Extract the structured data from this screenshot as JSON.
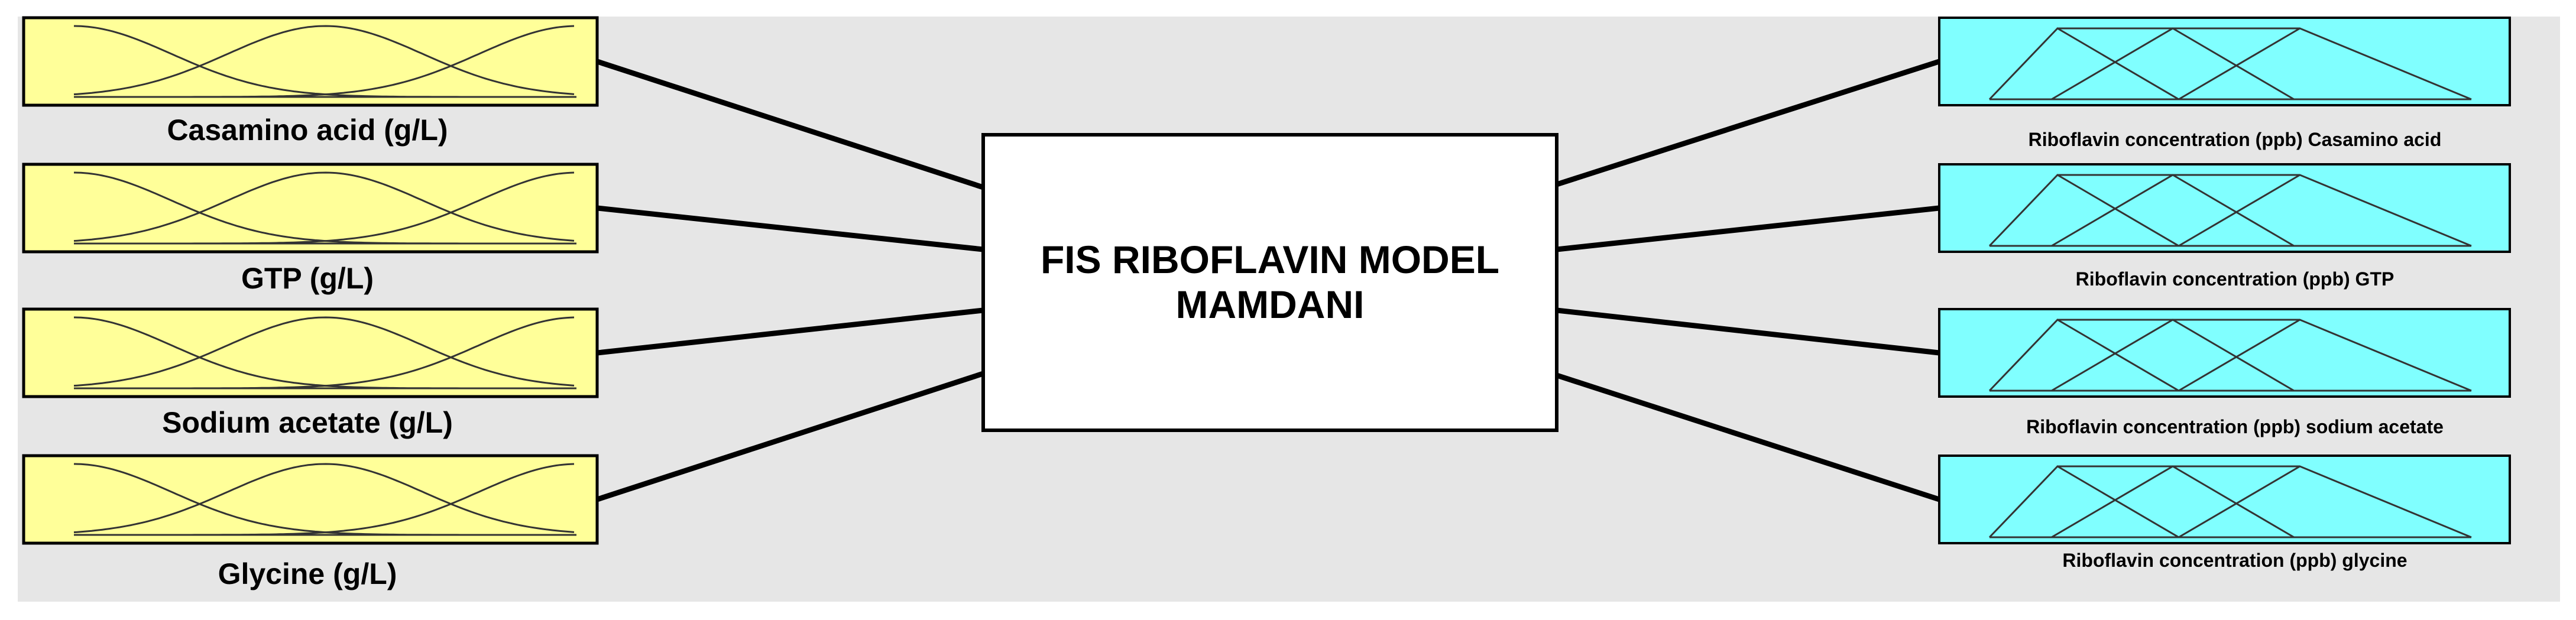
{
  "system": {
    "title_line1": "FIS RIBOFLAVIN MODEL",
    "title_line2": "MAMDANI"
  },
  "inputs": [
    {
      "label": "Casamino acid (g/L)"
    },
    {
      "label": "GTP (g/L)"
    },
    {
      "label": "Sodium acetate (g/L)"
    },
    {
      "label": "Glycine (g/L)"
    }
  ],
  "outputs": [
    {
      "label": "Riboflavin concentration (ppb) Casamino acid"
    },
    {
      "label": "Riboflavin concentration (ppb) GTP"
    },
    {
      "label": "Riboflavin concentration (ppb) sodium acetate"
    },
    {
      "label": "Riboflavin concentration (ppb) glycine"
    }
  ],
  "colors": {
    "canvas": "#e6e6e6",
    "input_fill": "#ffff99",
    "output_fill": "#80ffff",
    "system_fill": "#ffffff",
    "stroke": "#000000"
  },
  "icons": {
    "input_membership": "bell-shaped-membership-icon",
    "output_membership": "triangular-membership-icon"
  }
}
